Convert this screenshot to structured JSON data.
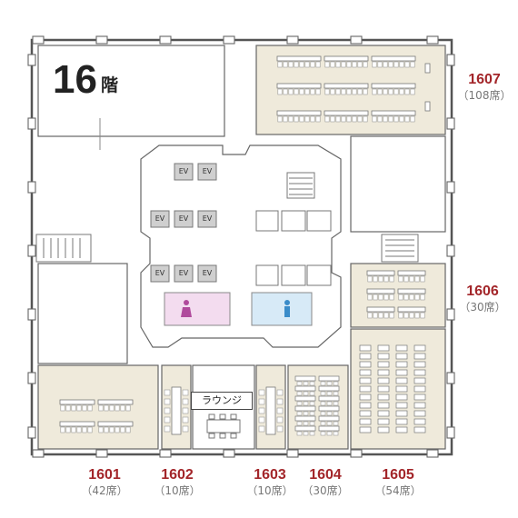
{
  "floor": {
    "number": "16",
    "suffix": "階"
  },
  "rooms": [
    {
      "id": "1601",
      "seats": "（42席）"
    },
    {
      "id": "1602",
      "seats": "（10席）"
    },
    {
      "id": "1603",
      "seats": "（10席）"
    },
    {
      "id": "1604",
      "seats": "（30席）"
    },
    {
      "id": "1605",
      "seats": "（54席）"
    },
    {
      "id": "1606",
      "seats": "（30席）"
    },
    {
      "id": "1607",
      "seats": "（108席）"
    }
  ],
  "elevator_label": "EV",
  "lounge_label": "ラウンジ",
  "colors": {
    "room_fill": "#efeadb",
    "wall": "#555555",
    "accent_text": "#a3262a",
    "restroom_women": "#f3dcef",
    "restroom_men": "#d7eaf7",
    "elevator_fill": "#cfcfcf"
  }
}
